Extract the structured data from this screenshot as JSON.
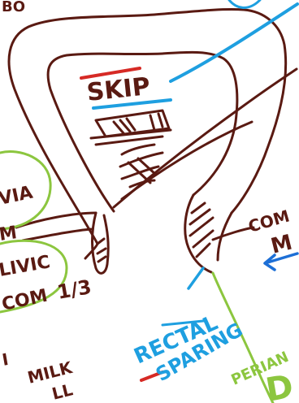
{
  "colors": {
    "ink_brown": "#5a1a12",
    "ink_blue": "#1e9fe0",
    "ink_red": "#d62a25",
    "ink_green": "#8cc63f",
    "ink_blue_dark": "#1d6fd6"
  },
  "labels": {
    "top_left_fragment": "BO",
    "skip": "SKIP",
    "left_via": "VIA",
    "left_m": "M",
    "left_ulvic": "LIVIC",
    "left_com": "COM",
    "left_ratio": "1/3",
    "left_bottom_1": "I",
    "left_bottom_2": "MILK",
    "left_bottom_3": "LL",
    "right_com": "COM",
    "right_m": "M",
    "rectal": "RECTAL",
    "sparing": "SPARING",
    "perian": "PERIAN",
    "big_d": "D"
  }
}
